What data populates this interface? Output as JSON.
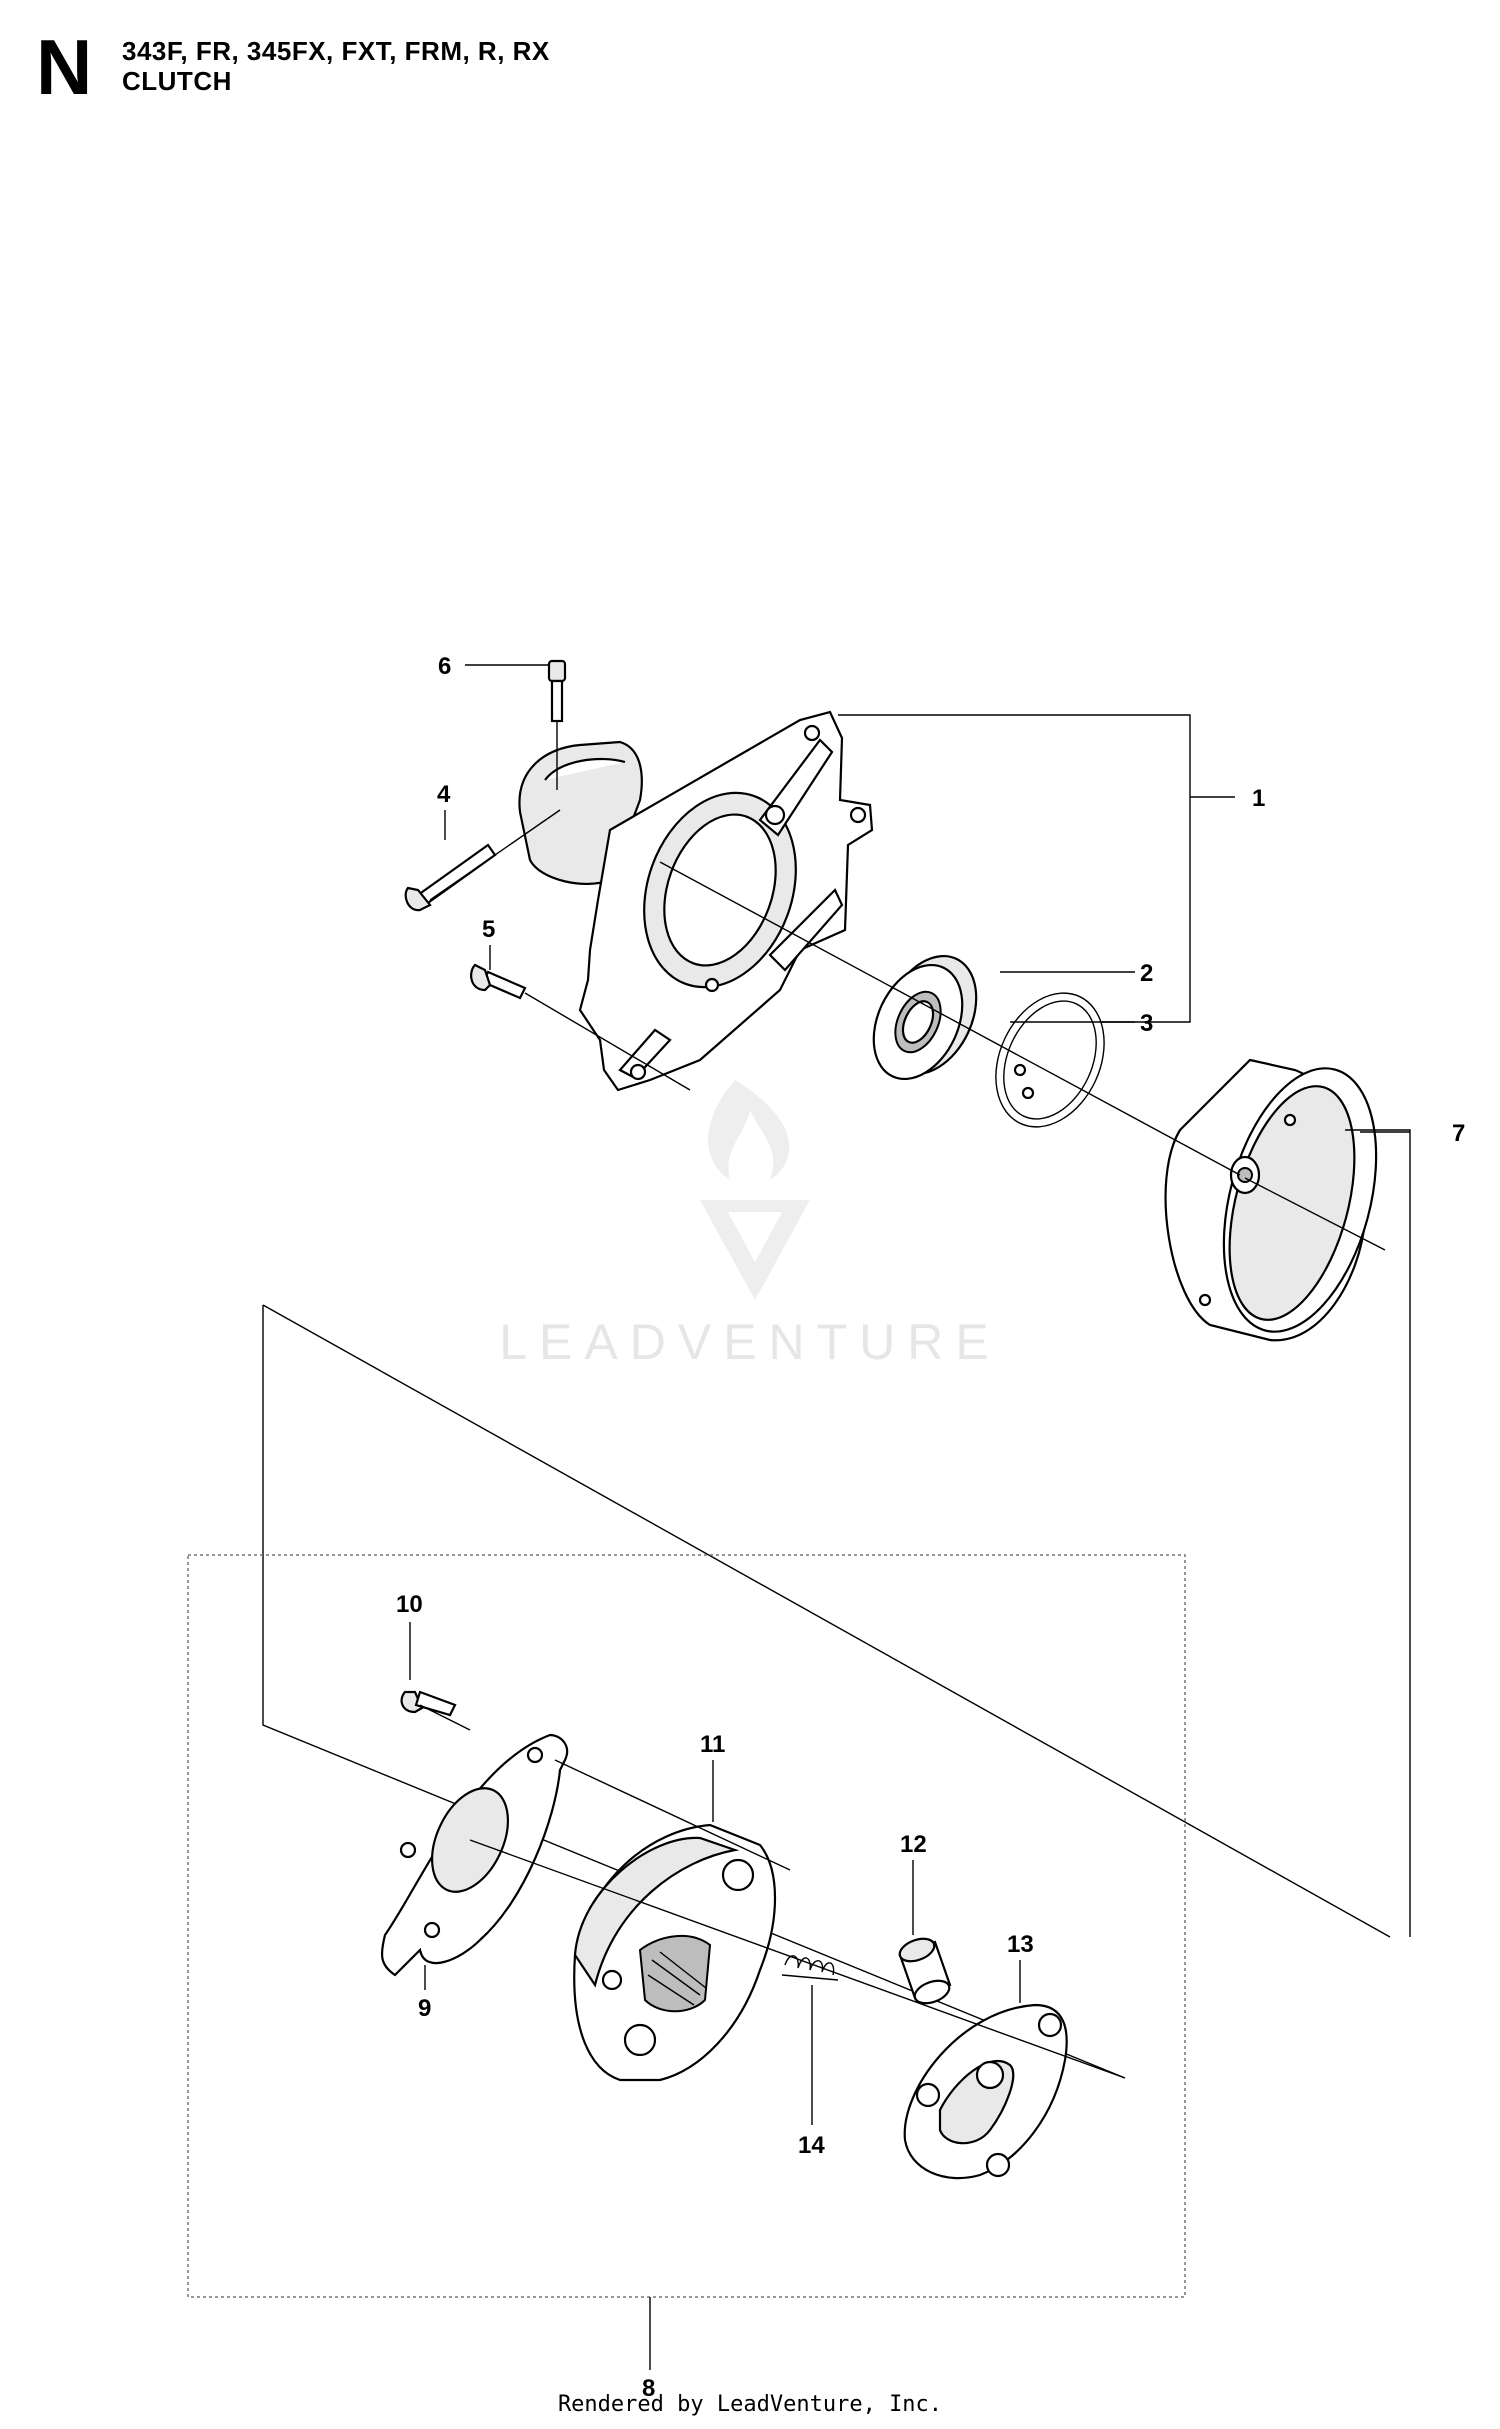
{
  "header": {
    "section_letter": "N",
    "models": "343F, FR, 345FX, FXT, FRM, R, RX",
    "assembly": "CLUTCH"
  },
  "watermark": {
    "text": "LEADVENTURE"
  },
  "callouts": [
    "1",
    "2",
    "3",
    "4",
    "5",
    "6",
    "7",
    "8",
    "9",
    "10",
    "11",
    "12",
    "13",
    "14"
  ],
  "footer": {
    "text": "Rendered by LeadVenture, Inc."
  }
}
